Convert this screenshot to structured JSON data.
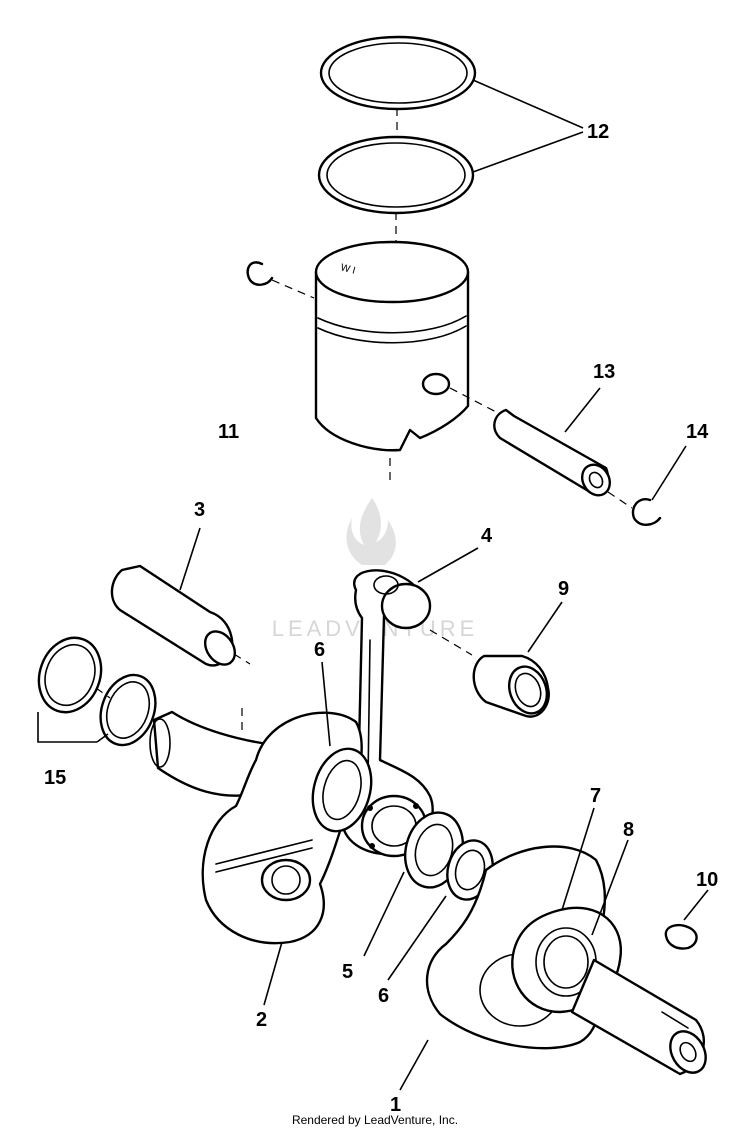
{
  "watermark": {
    "text": "LEADVENTURE"
  },
  "callouts": {
    "c1": "1",
    "c2": "2",
    "c3": "3",
    "c4": "4",
    "c5": "5",
    "c6a": "6",
    "c6b": "6",
    "c7": "7",
    "c8": "8",
    "c9": "9",
    "c10": "10",
    "c11": "11",
    "c12": "12",
    "c13": "13",
    "c14": "14",
    "c15": "15"
  },
  "footer": {
    "credit": "Rendered by LeadVenture, Inc."
  },
  "colors": {
    "line": "#000000",
    "background": "#ffffff",
    "watermark": "#d6d6d6"
  }
}
